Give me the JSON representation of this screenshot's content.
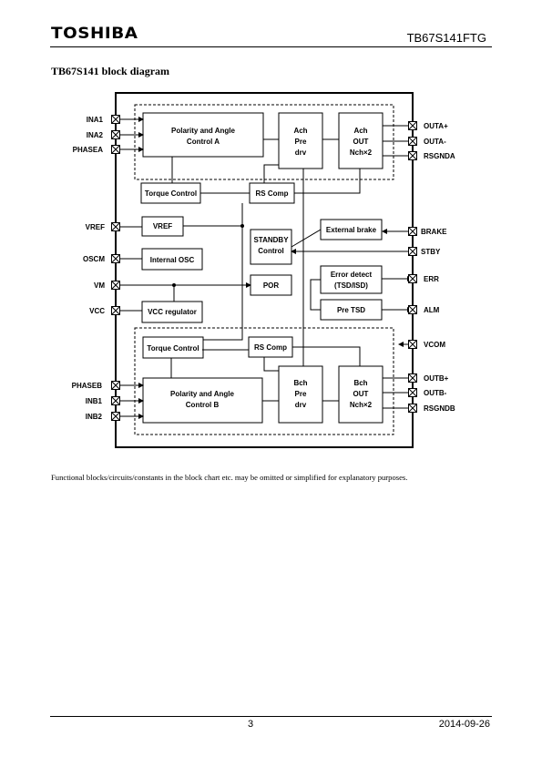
{
  "header": {
    "logo_text": "TOSHIBA",
    "part_number": "TB67S141FTG"
  },
  "section_title": "TB67S141 block diagram",
  "diagram": {
    "blocks": {
      "polarity_a": [
        "Polarity and Angle",
        "Control A"
      ],
      "ach_predrv": [
        "Ach",
        "Pre",
        "drv"
      ],
      "ach_out": [
        "Ach",
        "OUT",
        "Nch×2"
      ],
      "torque_a": "Torque Control",
      "rscomp_a": "RS Comp",
      "vref": "VREF",
      "ext_brake": "External brake",
      "standby": [
        "STANDBY",
        "Control"
      ],
      "internal_osc": "Internal OSC",
      "error_detect": [
        "Error detect",
        "(TSD/ISD)"
      ],
      "por": "POR",
      "vcc_reg": "VCC regulator",
      "pretsd": "Pre TSD",
      "torque_b": "Torque Control",
      "rscomp_b": "RS Comp",
      "polarity_b": [
        "Polarity and Angle",
        "Control B"
      ],
      "bch_predrv": [
        "Bch",
        "Pre",
        "drv"
      ],
      "bch_out": [
        "Bch",
        "OUT",
        "Nch×2"
      ]
    },
    "pins_left": {
      "ina1": "INA1",
      "ina2": "INA2",
      "phasea": "PHASEA",
      "vref": "VREF",
      "oscm": "OSCM",
      "vm": "VM",
      "vcc": "VCC",
      "phaseb": "PHASEB",
      "inb1": "INB1",
      "inb2": "INB2"
    },
    "pins_right": {
      "outa_p": "OUTA+",
      "outa_m": "OUTA-",
      "rsgnda": "RSGNDA",
      "brake": "BRAKE",
      "stby": "STBY",
      "err": "ERR",
      "alm": "ALM",
      "vcom": "VCOM",
      "outb_p": "OUTB+",
      "outb_m": "OUTB-",
      "rsgndb": "RSGNDB"
    }
  },
  "footnote": "Functional blocks/circuits/constants in the block chart etc. may be omitted or simplified for explanatory purposes.",
  "footer": {
    "page_number": "3",
    "date": "2014-09-26"
  }
}
